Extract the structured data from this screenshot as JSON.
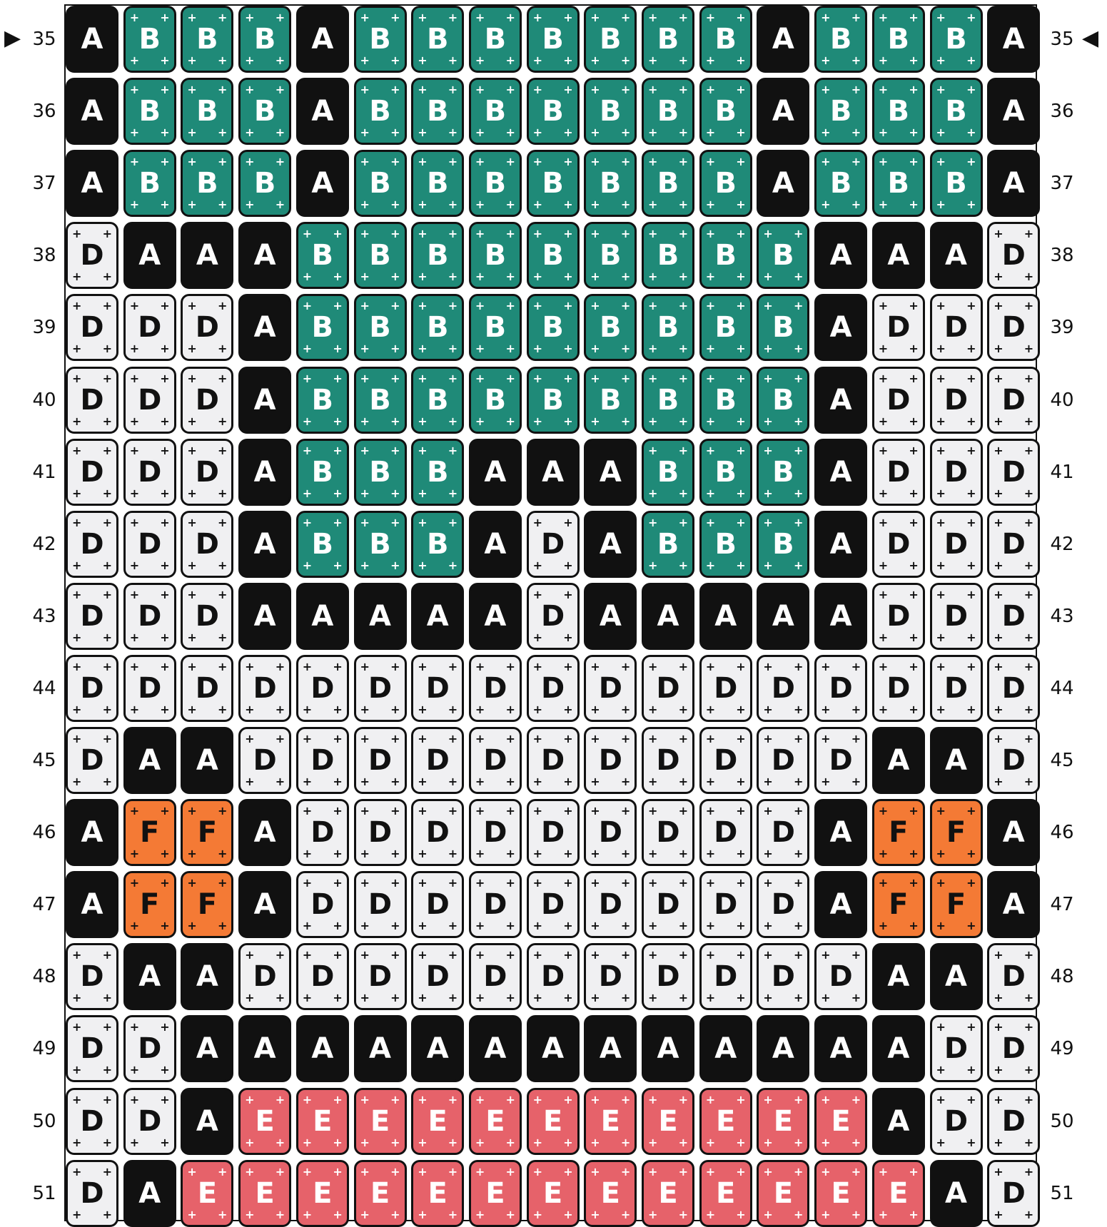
{
  "colors": {
    "A": {
      "bg": "#111111",
      "fg": "#ffffff",
      "dots": false
    },
    "B": {
      "bg": "#1f8a78",
      "fg": "#ffffff",
      "dots": true
    },
    "D": {
      "bg": "#f0f0f2",
      "fg": "#111111",
      "dots": true
    },
    "E": {
      "bg": "#e6626a",
      "fg": "#ffffff",
      "dots": true
    },
    "F": {
      "bg": "#f47a35",
      "fg": "#111111",
      "dots": true
    }
  },
  "current_row": 35,
  "current_row_marker_left": "▶",
  "current_row_marker_right": "◀",
  "rows": [
    {
      "number": 35,
      "cells": [
        "A",
        "B",
        "B",
        "B",
        "A",
        "B",
        "B",
        "B",
        "B",
        "B",
        "B",
        "B",
        "A",
        "B",
        "B",
        "B",
        "A"
      ]
    },
    {
      "number": 36,
      "cells": [
        "A",
        "B",
        "B",
        "B",
        "A",
        "B",
        "B",
        "B",
        "B",
        "B",
        "B",
        "B",
        "A",
        "B",
        "B",
        "B",
        "A"
      ]
    },
    {
      "number": 37,
      "cells": [
        "A",
        "B",
        "B",
        "B",
        "A",
        "B",
        "B",
        "B",
        "B",
        "B",
        "B",
        "B",
        "A",
        "B",
        "B",
        "B",
        "A"
      ]
    },
    {
      "number": 38,
      "cells": [
        "D",
        "A",
        "A",
        "A",
        "B",
        "B",
        "B",
        "B",
        "B",
        "B",
        "B",
        "B",
        "B",
        "A",
        "A",
        "A",
        "D"
      ]
    },
    {
      "number": 39,
      "cells": [
        "D",
        "D",
        "D",
        "A",
        "B",
        "B",
        "B",
        "B",
        "B",
        "B",
        "B",
        "B",
        "B",
        "A",
        "D",
        "D",
        "D"
      ]
    },
    {
      "number": 40,
      "cells": [
        "D",
        "D",
        "D",
        "A",
        "B",
        "B",
        "B",
        "B",
        "B",
        "B",
        "B",
        "B",
        "B",
        "A",
        "D",
        "D",
        "D"
      ]
    },
    {
      "number": 41,
      "cells": [
        "D",
        "D",
        "D",
        "A",
        "B",
        "B",
        "B",
        "A",
        "A",
        "A",
        "B",
        "B",
        "B",
        "A",
        "D",
        "D",
        "D"
      ]
    },
    {
      "number": 42,
      "cells": [
        "D",
        "D",
        "D",
        "A",
        "B",
        "B",
        "B",
        "A",
        "D",
        "A",
        "B",
        "B",
        "B",
        "A",
        "D",
        "D",
        "D"
      ]
    },
    {
      "number": 43,
      "cells": [
        "D",
        "D",
        "D",
        "A",
        "A",
        "A",
        "A",
        "A",
        "D",
        "A",
        "A",
        "A",
        "A",
        "A",
        "D",
        "D",
        "D"
      ]
    },
    {
      "number": 44,
      "cells": [
        "D",
        "D",
        "D",
        "D",
        "D",
        "D",
        "D",
        "D",
        "D",
        "D",
        "D",
        "D",
        "D",
        "D",
        "D",
        "D",
        "D"
      ]
    },
    {
      "number": 45,
      "cells": [
        "D",
        "A",
        "A",
        "D",
        "D",
        "D",
        "D",
        "D",
        "D",
        "D",
        "D",
        "D",
        "D",
        "D",
        "A",
        "A",
        "D"
      ]
    },
    {
      "number": 46,
      "cells": [
        "A",
        "F",
        "F",
        "A",
        "D",
        "D",
        "D",
        "D",
        "D",
        "D",
        "D",
        "D",
        "D",
        "A",
        "F",
        "F",
        "A"
      ]
    },
    {
      "number": 47,
      "cells": [
        "A",
        "F",
        "F",
        "A",
        "D",
        "D",
        "D",
        "D",
        "D",
        "D",
        "D",
        "D",
        "D",
        "A",
        "F",
        "F",
        "A"
      ]
    },
    {
      "number": 48,
      "cells": [
        "D",
        "A",
        "A",
        "D",
        "D",
        "D",
        "D",
        "D",
        "D",
        "D",
        "D",
        "D",
        "D",
        "D",
        "A",
        "A",
        "D"
      ]
    },
    {
      "number": 49,
      "cells": [
        "D",
        "D",
        "A",
        "A",
        "A",
        "A",
        "A",
        "A",
        "A",
        "A",
        "A",
        "A",
        "A",
        "A",
        "A",
        "D",
        "D"
      ]
    },
    {
      "number": 50,
      "cells": [
        "D",
        "D",
        "A",
        "E",
        "E",
        "E",
        "E",
        "E",
        "E",
        "E",
        "E",
        "E",
        "E",
        "E",
        "A",
        "D",
        "D"
      ]
    },
    {
      "number": 51,
      "cells": [
        "D",
        "A",
        "E",
        "E",
        "E",
        "E",
        "E",
        "E",
        "E",
        "E",
        "E",
        "E",
        "E",
        "E",
        "E",
        "A",
        "D"
      ]
    }
  ]
}
